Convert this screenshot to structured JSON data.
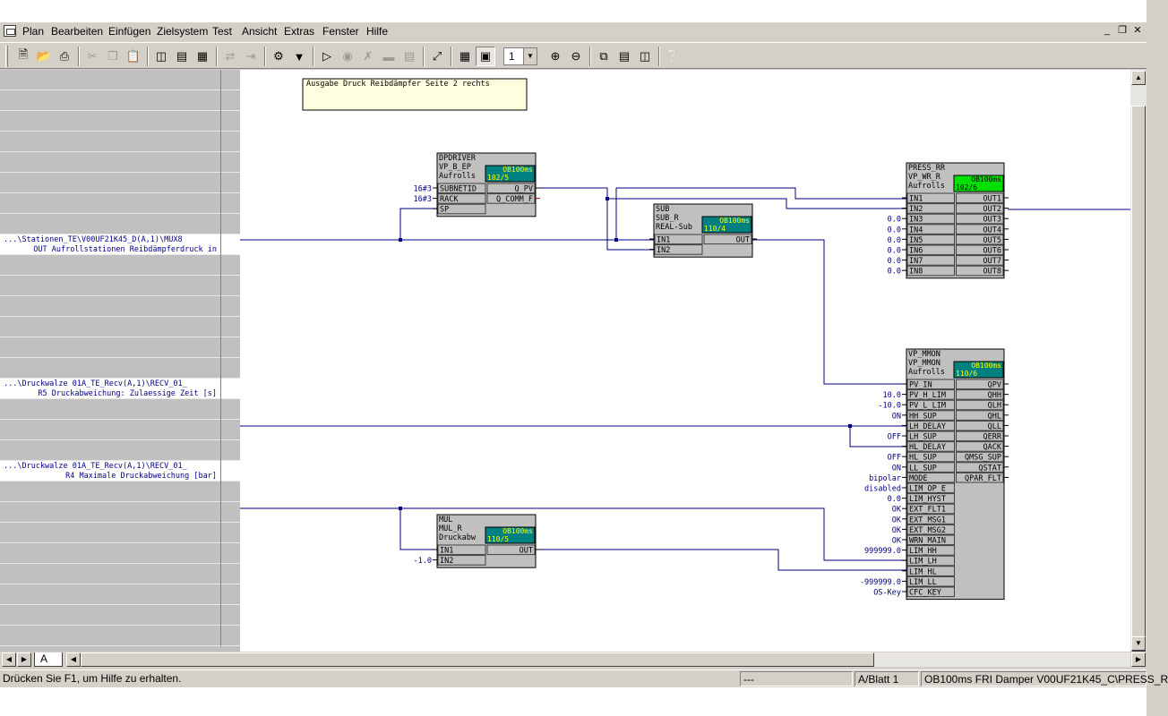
{
  "menu": [
    "Plan",
    "Bearbeiten",
    "Einfügen",
    "Zielsystem",
    "Test",
    "Ansicht",
    "Extras",
    "Fenster",
    "Hilfe"
  ],
  "window_controls": {
    "minimize": "_",
    "restore": "❐",
    "close": "✕"
  },
  "toolbar": {
    "zoom_value": "1",
    "icons": [
      "new-icon",
      "open-icon",
      "print-icon",
      "cut-icon",
      "copy-icon",
      "paste-icon",
      "catalog-icon",
      "overview-icon",
      "tree-icon",
      "interconnect-icon",
      "goto-icon",
      "compile-icon",
      "download-icon",
      "test-mode-icon",
      "watch-icon",
      "disconnect-icon",
      "sheet-icon",
      "sheet-bar-icon",
      "fit-icon",
      "grid-icon",
      "layout-icon",
      "zoom-in-icon",
      "zoom-out-icon",
      "cascade-icon",
      "tile-horizontal-icon",
      "tile-vertical-icon",
      "help-pointer-icon"
    ]
  },
  "sidebar_rows": [
    {
      "line1": "",
      "line2": ""
    },
    {
      "line1": "",
      "line2": ""
    },
    {
      "line1": "",
      "line2": ""
    },
    {
      "line1": "",
      "line2": ""
    },
    {
      "line1": "",
      "line2": ""
    },
    {
      "line1": "",
      "line2": ""
    },
    {
      "line1": "",
      "line2": ""
    },
    {
      "line1": "",
      "line2": ""
    },
    {
      "line1": "...\\Stationen_TE\\V00UF21K45_D(A,1)\\MUX8",
      "line2": "OUT Aufrollstationen Reibdämpferdruck in"
    },
    {
      "line1": "",
      "line2": ""
    },
    {
      "line1": "",
      "line2": ""
    },
    {
      "line1": "",
      "line2": ""
    },
    {
      "line1": "",
      "line2": ""
    },
    {
      "line1": "",
      "line2": ""
    },
    {
      "line1": "",
      "line2": ""
    },
    {
      "line1": "...\\Druckwalze 01A_TE_Recv(A,1)\\RECV_01_",
      "line2": "R5 Druckabweichung: Zulaessige Zeit [s]"
    },
    {
      "line1": "",
      "line2": ""
    },
    {
      "line1": "",
      "line2": ""
    },
    {
      "line1": "",
      "line2": ""
    },
    {
      "line1": "...\\Druckwalze 01A_TE_Recv(A,1)\\RECV_01_",
      "line2": "R4 Maximale Druckabweichung [bar]"
    },
    {
      "line1": "",
      "line2": ""
    },
    {
      "line1": "",
      "line2": ""
    },
    {
      "line1": "",
      "line2": ""
    },
    {
      "line1": "",
      "line2": ""
    },
    {
      "line1": "",
      "line2": ""
    },
    {
      "line1": "",
      "line2": ""
    },
    {
      "line1": "",
      "line2": ""
    },
    {
      "line1": "",
      "line2": ""
    }
  ],
  "comment_box": "Ausgabe Druck Reibdämpfer Seite 2 rechts",
  "blocks": {
    "dpdriver": {
      "name": "DPDRIVER",
      "type": "VP_B_EP",
      "comment": "Aufrolls",
      "runtime": "OB100ms",
      "order": "102/5",
      "inputs": [
        "SUBNETID",
        "RACK",
        "SP"
      ],
      "outputs": [
        "Q_PV",
        "Q_COMM_F"
      ],
      "input_values": [
        "16#3",
        "16#3",
        ""
      ]
    },
    "sub": {
      "name": "SUB",
      "type": "SUB_R",
      "comment": "REAL-Sub",
      "runtime": "OB100ms",
      "order": "110/4",
      "inputs": [
        "IN1",
        "IN2"
      ],
      "outputs": [
        "OUT"
      ]
    },
    "press_rr": {
      "name": "PRESS_RR",
      "type": "VP_WR_R",
      "comment": "Aufrolls",
      "runtime": "OB100ms",
      "order": "102/6",
      "inputs": [
        "IN1",
        "IN2",
        "IN3",
        "IN4",
        "IN5",
        "IN6",
        "IN7",
        "IN8"
      ],
      "outputs": [
        "OUT1",
        "OUT2",
        "OUT3",
        "OUT4",
        "OUT5",
        "OUT6",
        "OUT7",
        "OUT8"
      ],
      "input_values": [
        "",
        "",
        "0.0",
        "0.0",
        "0.0",
        "0.0",
        "0.0",
        "0.0"
      ]
    },
    "vp_mmon": {
      "name": "VP_MMON",
      "type": "VP_MMON",
      "comment": "Aufrolls",
      "runtime": "OB100ms",
      "order": "110/6",
      "inputs": [
        "PV_IN",
        "PV_H_LIM",
        "PV_L_LIM",
        "HH_SUP",
        "LH_DELAY",
        "LH_SUP",
        "HL_DELAY",
        "HL_SUP",
        "LL_SUP",
        "MODE",
        "LIM_OP_E",
        "LIM_HYST",
        "EXT_FLT1",
        "EXT_MSG1",
        "EXT_MSG2",
        "WRN_MAIN",
        "LIM_HH",
        "LIM_LH",
        "LIM_HL",
        "LIM_LL",
        "CFC_KEY"
      ],
      "outputs": [
        "QPV",
        "QHH",
        "QLH",
        "QHL",
        "QLL",
        "QERR",
        "QACK",
        "QMSG_SUP",
        "QSTAT",
        "QPAR_FLT"
      ],
      "input_values": [
        "",
        "10.0",
        "-10.0",
        "ON",
        "",
        "OFF",
        "",
        "OFF",
        "ON",
        "bipolar",
        "disabled",
        "0.0",
        "OK",
        "OK",
        "OK",
        "OK",
        "999999.0",
        "",
        "",
        "-999999.0",
        "OS-Key"
      ]
    },
    "mul": {
      "name": "MUL",
      "type": "MUL_R",
      "comment": "Druckabw",
      "runtime": "OB100ms",
      "order": "110/5",
      "inputs": [
        "IN1",
        "IN2"
      ],
      "outputs": [
        "OUT"
      ],
      "input_values": [
        "",
        "-1.0"
      ]
    }
  },
  "sheet_tab": "A",
  "status": {
    "help": "Drücken Sie F1, um Hilfe zu erhalten.",
    "field2": "---",
    "sheet": "A/Blatt 1",
    "path": "OB100ms  FRI Damper  V00UF21K45_C\\PRESS_R"
  },
  "colors": {
    "canvas": "#ffffff",
    "block": "#c0c0c0",
    "runtime_teal": "#008080",
    "runtime_green": "#00e000",
    "runtime_text": "#ffff00",
    "wire": "#000080",
    "comment_bg": "#ffffe0"
  }
}
